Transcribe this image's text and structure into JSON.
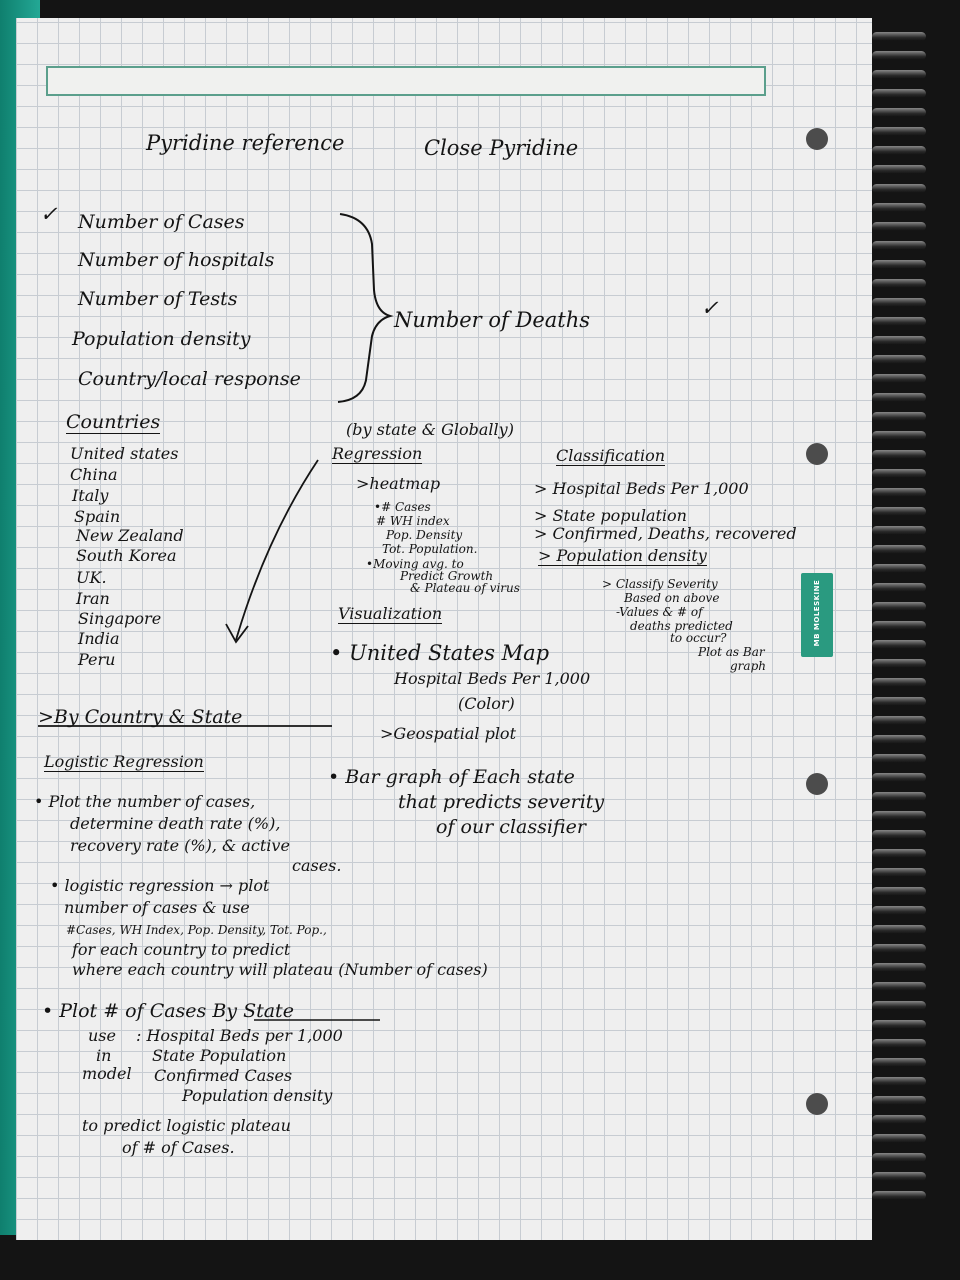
{
  "header": {
    "left_title": "Pyridine reference",
    "right_title": "Close Pyridine"
  },
  "checkmark": "✓",
  "factors": [
    "Number of Cases",
    "Number of hospitals",
    "Number of Tests",
    "Population density",
    "Country/local response"
  ],
  "outcome": "Number of Deaths",
  "countries_heading": "Countries",
  "countries": [
    "United states",
    "China",
    "Italy",
    "Spain",
    "New Zealand",
    "South Korea",
    "UK.",
    "Iran",
    "Singapore",
    "India",
    "Peru"
  ],
  "scope_note": "(by state & Globally)",
  "regression": {
    "heading": "Regression",
    "heatmap": ">heatmap",
    "items": [
      "•# Cases",
      "# WH index",
      "Pop. Density",
      "Tot. Population.",
      "•Moving avg. to",
      "Predict Growth",
      "& Plateau of virus"
    ]
  },
  "classification": {
    "heading": "Classification",
    "items": [
      "> Hospital Beds Per 1,000",
      "> State population",
      "> Confirmed, Deaths, recovered",
      "> Population density"
    ],
    "severity": [
      "> Classify Severity",
      "Based on above",
      "-Values & # of",
      "deaths predicted",
      "to occur?",
      "Plot as Bar",
      "graph"
    ]
  },
  "visualization": {
    "heading": "Visualization",
    "map_item": "• United States Map",
    "map_sub1": "Hospital Beds Per 1,000",
    "map_sub2": "(Color)",
    "geo": ">Geospatial plot",
    "bar1": "• Bar graph of Each state",
    "bar2": "that predicts severity",
    "bar3": "of our classifier"
  },
  "by_country": ">By Country & State",
  "logistic": {
    "heading": "Logistic Regression",
    "p1": [
      "• Plot the number of cases,",
      "determine death rate (%),",
      "recovery rate (%), & active",
      "cases."
    ],
    "p2": [
      "• logistic regression → plot",
      "number of cases & use",
      "#Cases, WH Index, Pop. Density, Tot. Pop.,",
      "for each country to predict",
      "where each country will plateau (Number of cases)"
    ],
    "p3_title": "• Plot # of Cases By State",
    "p3_use": [
      "use",
      "in",
      "model"
    ],
    "p3_items": [
      ": Hospital Beds per 1,000",
      "State Population",
      "Confirmed Cases",
      "Population density"
    ],
    "p3_end": [
      "to predict logistic plateau",
      "of # of Cases."
    ]
  },
  "logo_text": "MB MOLESKINE"
}
